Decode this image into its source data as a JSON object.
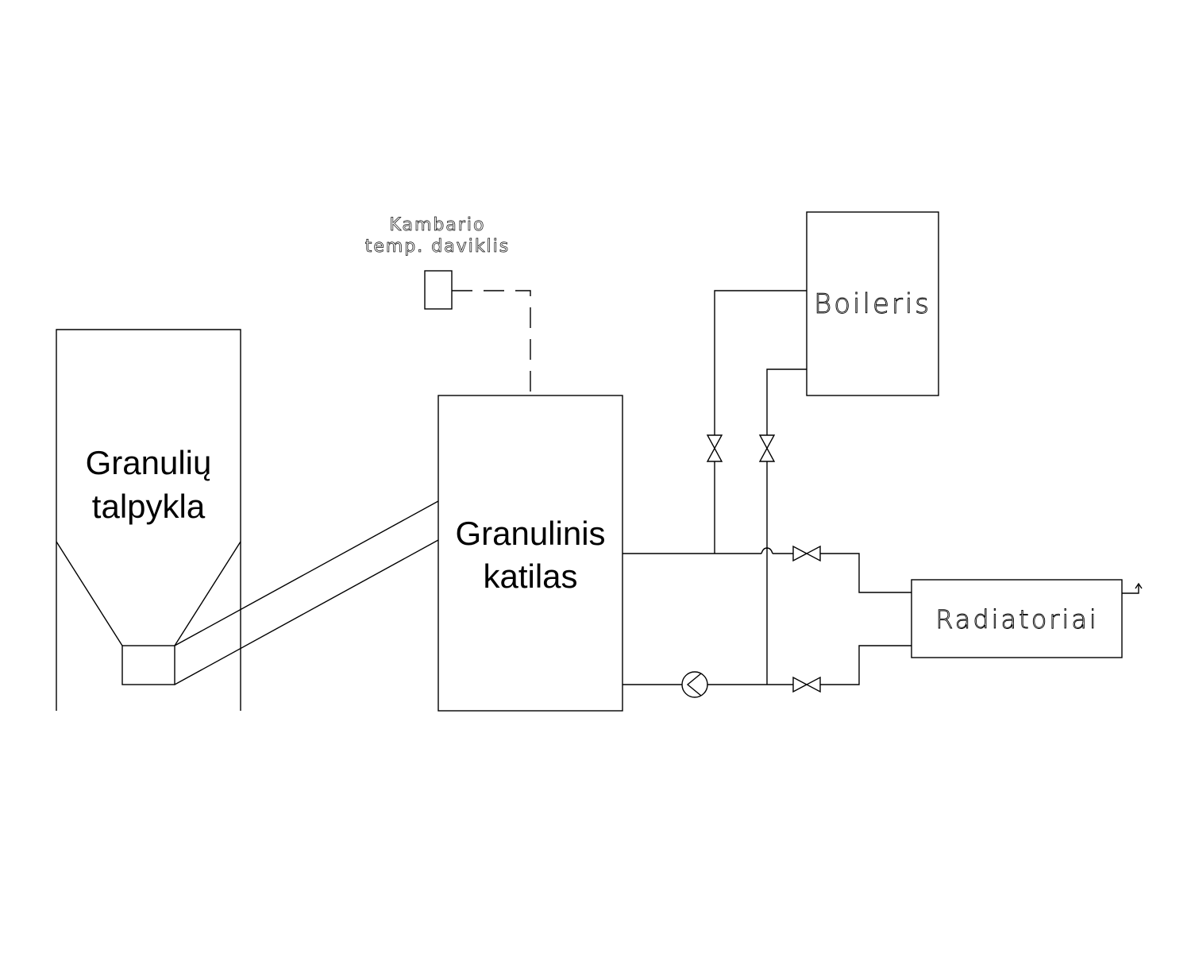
{
  "components": {
    "hopper": {
      "line1": "Granulių",
      "line2": "talpykla"
    },
    "boiler": {
      "line1": "Granulinis",
      "line2": "katilas"
    },
    "room_sensor": {
      "line1": "Kambario",
      "line2": "temp. daviklis"
    },
    "hot_water_tank": {
      "label": "Boileris"
    },
    "radiators": {
      "label": "Radiatoriai"
    }
  }
}
